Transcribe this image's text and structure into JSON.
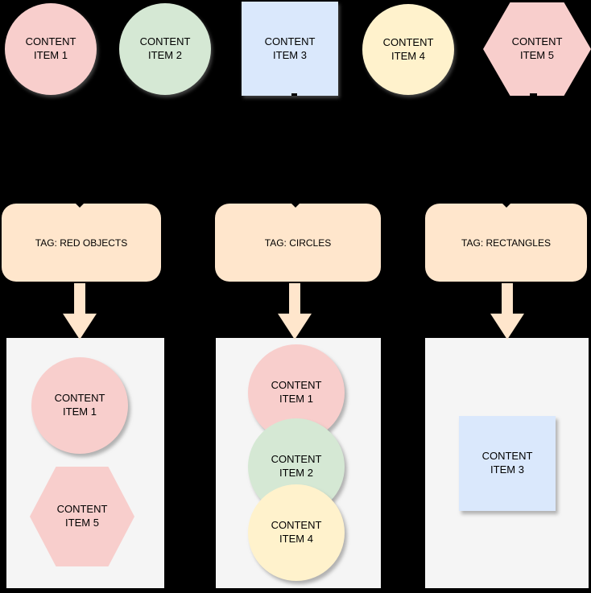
{
  "background_color": "#000000",
  "palette": {
    "red_pink": "#f8cecc",
    "green": "#d5e8d4",
    "blue": "#dae8fc",
    "yellow": "#fff2cc",
    "tag_peach": "#ffe6cc",
    "container_gray": "#f5f5f5",
    "text": "#000000"
  },
  "source_items": [
    {
      "label": "CONTENT ITEM 1",
      "shape": "circle",
      "fill": "#f8cecc"
    },
    {
      "label": "CONTENT ITEM 2",
      "shape": "circle",
      "fill": "#d5e8d4"
    },
    {
      "label": "CONTENT ITEM 3",
      "shape": "square",
      "fill": "#dae8fc"
    },
    {
      "label": "CONTENT ITEM 4",
      "shape": "circle",
      "fill": "#fff2cc"
    },
    {
      "label": "CONTENT ITEM 5",
      "shape": "hexagon",
      "fill": "#f8cecc"
    }
  ],
  "tags": [
    {
      "label": "TAG: RED OBJECTS"
    },
    {
      "label": "TAG: CIRCLES"
    },
    {
      "label": "TAG: RECTANGLES"
    }
  ],
  "containers": [
    {
      "tag_label": "TAG: RED OBJECTS",
      "items": [
        {
          "label": "CONTENT ITEM 1",
          "shape": "circle",
          "fill": "#f8cecc"
        },
        {
          "label": "CONTENT ITEM 5",
          "shape": "hexagon",
          "fill": "#f8cecc"
        }
      ]
    },
    {
      "tag_label": "TAG: CIRCLES",
      "items": [
        {
          "label": "CONTENT ITEM 1",
          "shape": "circle",
          "fill": "#f8cecc"
        },
        {
          "label": "CONTENT ITEM 2",
          "shape": "circle",
          "fill": "#d5e8d4"
        },
        {
          "label": "CONTENT ITEM 4",
          "shape": "circle",
          "fill": "#fff2cc"
        }
      ]
    },
    {
      "tag_label": "TAG: RECTANGLES",
      "items": [
        {
          "label": "CONTENT ITEM 3",
          "shape": "square",
          "fill": "#dae8fc"
        }
      ]
    }
  ]
}
